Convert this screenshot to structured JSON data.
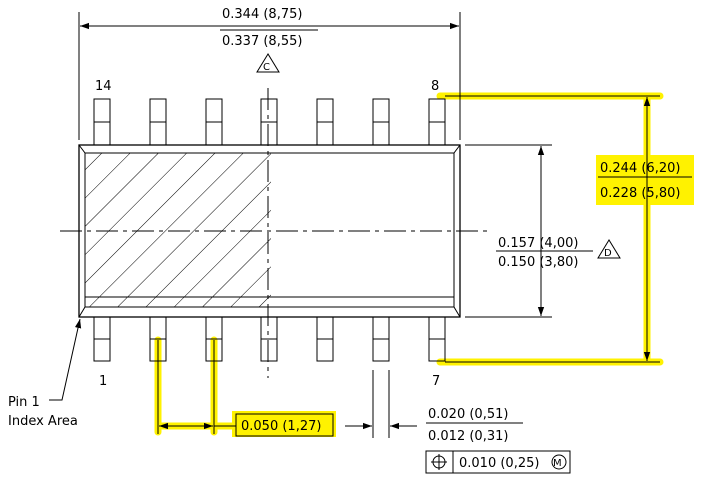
{
  "dimensions": {
    "overall_length": {
      "max": "0.344 (8,75)",
      "min": "0.337 (8,55)",
      "datum": "C"
    },
    "body_width": {
      "max": "0.157 (4,00)",
      "min": "0.150 (3,80)",
      "datum": "D"
    },
    "total_width": {
      "max": "0.244 (6,20)",
      "min": "0.228 (5,80)"
    },
    "pitch": "0.050 (1,27)",
    "lead_width": {
      "max": "0.020 (0,51)",
      "min": "0.012 (0,31)"
    },
    "position_tolerance": {
      "value": "0.010 (0,25)",
      "modifier": "M"
    }
  },
  "pin_labels": {
    "pin14": "14",
    "pin8": "8",
    "pin1": "1",
    "pin7": "7"
  },
  "pin1_note": {
    "line1": "Pin 1",
    "line2": "Index Area"
  },
  "highlight_color": "#fff200"
}
